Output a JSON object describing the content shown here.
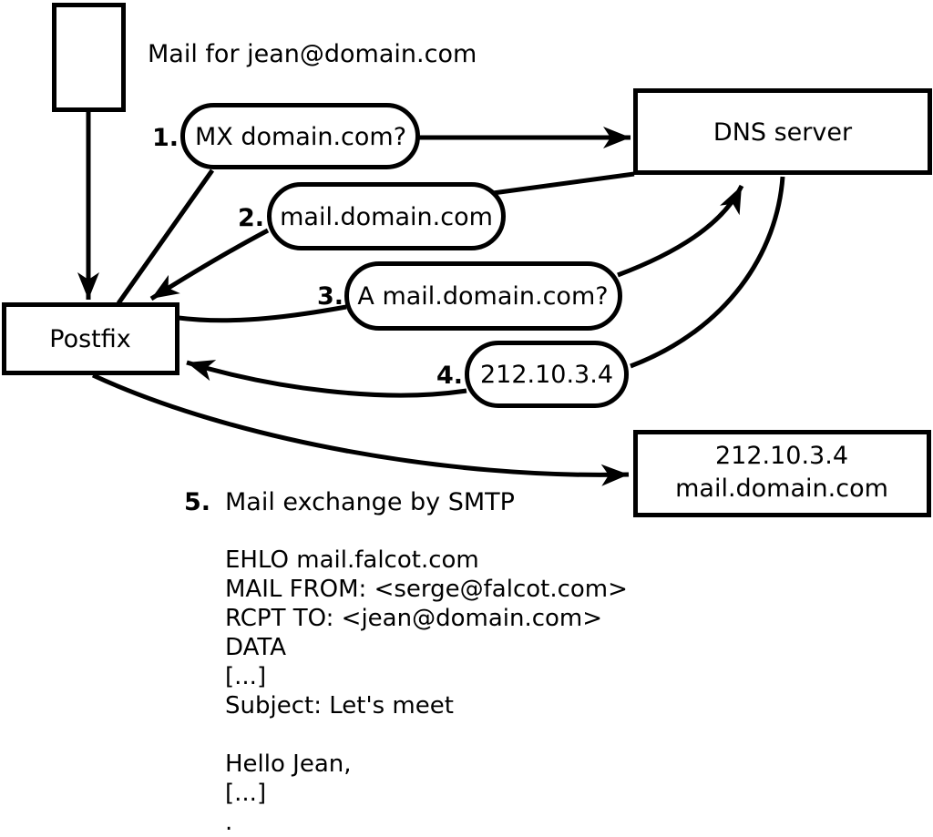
{
  "title_note": "Mail for jean@domain.com",
  "nodes": {
    "postfix": "Postfix",
    "dns_server": "DNS server",
    "mail_server_line1": "212.10.3.4",
    "mail_server_line2": "mail.domain.com"
  },
  "steps": [
    {
      "num": "1.",
      "label": "MX domain.com?"
    },
    {
      "num": "2.",
      "label": "mail.domain.com"
    },
    {
      "num": "3.",
      "label": "A mail.domain.com?"
    },
    {
      "num": "4.",
      "label": "212.10.3.4"
    }
  ],
  "step5": {
    "num": "5.",
    "label": "Mail exchange by SMTP"
  },
  "smtp_transcript": [
    "EHLO mail.falcot.com",
    "MAIL FROM: <serge@falcot.com>",
    "RCPT TO: <jean@domain.com>",
    "DATA",
    "[...]",
    "Subject: Let's meet",
    "",
    "Hello Jean,",
    "[...]",
    "."
  ],
  "colors": {
    "ink": "#000000",
    "background": "#ffffff"
  }
}
